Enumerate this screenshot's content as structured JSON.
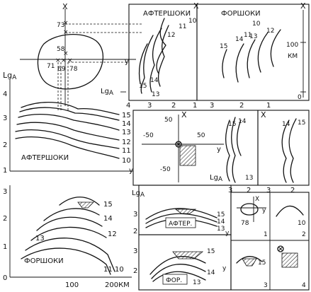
{
  "map": {
    "x_axis": "X",
    "y_axis": "y",
    "point_labels": [
      "73",
      "58",
      "71",
      "69",
      "78"
    ]
  },
  "aftershocks_top": {
    "title": "АФТЕРШОКИ",
    "x_axis": "X",
    "lga": "Lg",
    "lga_sub": "A",
    "ticks": [
      "4",
      "3",
      "2",
      "1"
    ],
    "curve_labels": [
      "11",
      "10",
      "12",
      "15",
      "14",
      "13"
    ]
  },
  "foreshocks_top": {
    "title": "ФОРШОКИ",
    "x_axis": "X",
    "curve_labels": [
      "11",
      "10",
      "12",
      "13",
      "14",
      "15"
    ],
    "scale_value": "100",
    "scale_unit": "КМ",
    "zero": "0",
    "ticks": [
      "3",
      "2",
      "1"
    ]
  },
  "aftershocks_profile": {
    "y_axis": "Lg",
    "y_sub": "A",
    "x_axis": "y",
    "title": "АФТЕРШОКИ",
    "y_ticks": [
      "4",
      "3",
      "2",
      "1"
    ],
    "curve_labels": [
      "15",
      "14",
      "13",
      "12",
      "11",
      "10"
    ]
  },
  "section": {
    "x_axis": "X",
    "y_axis": "y",
    "lga": "Lg",
    "lga_sub": "A",
    "ticks_x": [
      "50",
      "-50",
      "50",
      "-50"
    ],
    "curve_labels": [
      "15",
      "14",
      "13"
    ],
    "bottom_ticks": [
      "3",
      "2"
    ]
  },
  "side_panel": {
    "x_axis": "X",
    "curve_labels": [
      "14",
      "15"
    ],
    "ticks": [
      "3",
      "2"
    ]
  },
  "foreshocks_profile": {
    "title": "ФОРШОКИ",
    "y_ticks": [
      "3",
      "2",
      "1",
      "0"
    ],
    "x_ticks": [
      "100",
      "200КМ"
    ],
    "curve_labels": [
      "15",
      "14",
      "13",
      "12",
      "11",
      "10"
    ]
  },
  "aftershock_inset": {
    "y_axis": "Lg",
    "y_sub": "A",
    "title": "АФТЕР.",
    "y_ticks": [
      "3",
      "2"
    ],
    "curve_labels": [
      "15",
      "14",
      "13"
    ],
    "x_axis": "y"
  },
  "foreshock_inset": {
    "title": "ФОР.",
    "y_ticks": [
      "3",
      "2"
    ],
    "curve_labels": [
      "15",
      "14",
      "13"
    ],
    "x_axis": "y"
  },
  "legend": {
    "cell1_number": "1",
    "cell1_x": "X",
    "cell1_y": "y",
    "cell1_point": "78",
    "cell2_number": "2",
    "cell2_label": "10",
    "cell3_number": "3",
    "cell3_label": "15",
    "cell4_number": "4"
  }
}
